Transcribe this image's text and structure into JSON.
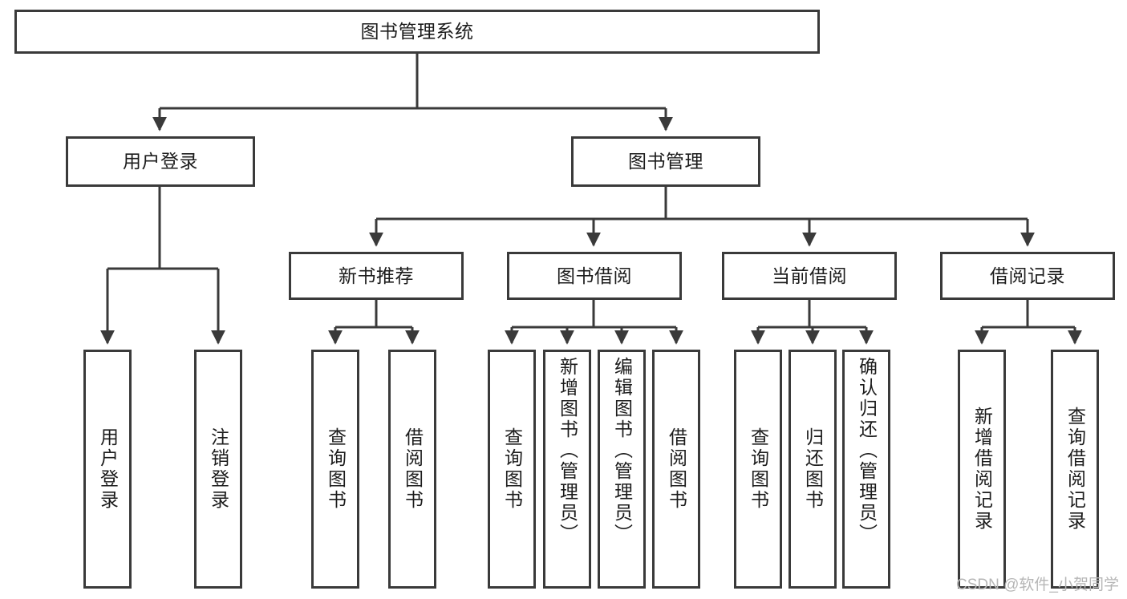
{
  "diagram": {
    "type": "tree-hierarchy",
    "title": "图书管理系统",
    "orientation": "top-down",
    "colors": {
      "box_border": "#3a3a3a",
      "box_fill": "#ffffff",
      "connector": "#3a3a3a",
      "text": "#1c1c1c",
      "watermark": "#b6b6b6",
      "background": "#ffffff"
    },
    "root": {
      "id": "root",
      "label": "图书管理系统",
      "text_orientation": "horizontal"
    },
    "level2": [
      {
        "id": "user-login",
        "label": "用户登录",
        "text_orientation": "horizontal"
      },
      {
        "id": "book-manage",
        "label": "图书管理",
        "text_orientation": "horizontal"
      }
    ],
    "level3": [
      {
        "id": "new-book-recommend",
        "label": "新书推荐",
        "parent": "book-manage",
        "text_orientation": "horizontal"
      },
      {
        "id": "book-borrow",
        "label": "图书借阅",
        "parent": "book-manage",
        "text_orientation": "horizontal"
      },
      {
        "id": "current-borrow",
        "label": "当前借阅",
        "parent": "book-manage",
        "text_orientation": "horizontal"
      },
      {
        "id": "borrow-record",
        "label": "借阅记录",
        "parent": "book-manage",
        "text_orientation": "horizontal"
      }
    ],
    "leaves": [
      {
        "id": "leaf-user-login",
        "label": "用户登录",
        "parent": "user-login",
        "text_orientation": "vertical"
      },
      {
        "id": "leaf-logout-login",
        "label": "注销登录",
        "parent": "user-login",
        "text_orientation": "vertical"
      },
      {
        "id": "leaf-query-book-1",
        "label": "查询图书",
        "parent": "new-book-recommend",
        "text_orientation": "vertical"
      },
      {
        "id": "leaf-borrow-book-1",
        "label": "借阅图书",
        "parent": "new-book-recommend",
        "text_orientation": "vertical"
      },
      {
        "id": "leaf-query-book-2",
        "label": "查询图书",
        "parent": "book-borrow",
        "text_orientation": "vertical"
      },
      {
        "id": "leaf-add-book",
        "label": "新增图书（管理员）",
        "parent": "book-borrow",
        "text_orientation": "vertical"
      },
      {
        "id": "leaf-edit-book",
        "label": "编辑图书（管理员）",
        "parent": "book-borrow",
        "text_orientation": "vertical"
      },
      {
        "id": "leaf-borrow-book-2",
        "label": "借阅图书",
        "parent": "book-borrow",
        "text_orientation": "vertical"
      },
      {
        "id": "leaf-query-book-3",
        "label": "查询图书",
        "parent": "current-borrow",
        "text_orientation": "vertical"
      },
      {
        "id": "leaf-return-book",
        "label": "归还图书",
        "parent": "current-borrow",
        "text_orientation": "vertical"
      },
      {
        "id": "leaf-confirm-return",
        "label": "确认归还（管理员）",
        "parent": "current-borrow",
        "text_orientation": "vertical"
      },
      {
        "id": "leaf-add-record",
        "label": "新增借阅记录",
        "parent": "borrow-record",
        "text_orientation": "vertical"
      },
      {
        "id": "leaf-query-record",
        "label": "查询借阅记录",
        "parent": "borrow-record",
        "text_orientation": "vertical"
      }
    ],
    "watermark": "CSDN @软件_小贺同学"
  }
}
